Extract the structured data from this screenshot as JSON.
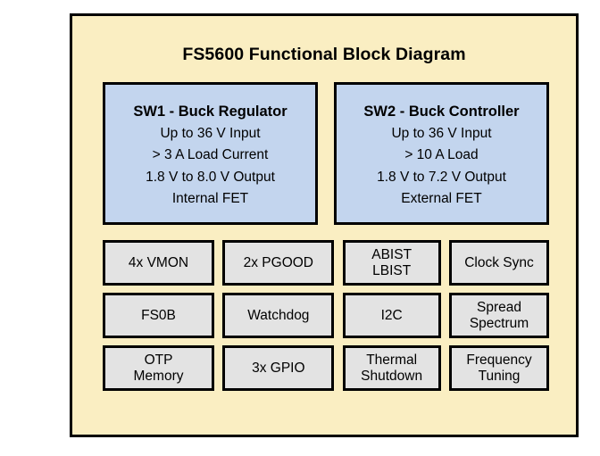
{
  "diagram": {
    "title": "FS5600 Functional Block Diagram",
    "colors": {
      "panel_background": "#faeec2",
      "panel_border": "#000000",
      "switcher_block_fill": "#c3d5ee",
      "feature_block_fill": "#e3e3e3",
      "text": "#000000"
    },
    "switchers": [
      {
        "title": "SW1 - Buck Regulator",
        "specs": [
          "Up to 36 V Input",
          "> 3 A Load Current",
          "1.8 V to 8.0 V Output",
          "Internal FET"
        ]
      },
      {
        "title": "SW2 - Buck Controller",
        "specs": [
          "Up to 36 V Input",
          "> 10 A Load",
          "1.8 V to 7.2 V Output",
          "External FET"
        ]
      }
    ],
    "features": [
      {
        "lines": [
          "4x VMON"
        ]
      },
      {
        "lines": [
          "2x PGOOD"
        ]
      },
      {
        "lines": [
          "ABIST",
          "LBIST"
        ]
      },
      {
        "lines": [
          "Clock Sync"
        ]
      },
      {
        "lines": [
          "FS0B"
        ]
      },
      {
        "lines": [
          "Watchdog"
        ]
      },
      {
        "lines": [
          "I2C"
        ]
      },
      {
        "lines": [
          "Spread",
          "Spectrum"
        ]
      },
      {
        "lines": [
          "OTP",
          "Memory"
        ]
      },
      {
        "lines": [
          "3x GPIO"
        ]
      },
      {
        "lines": [
          "Thermal",
          "Shutdown"
        ]
      },
      {
        "lines": [
          "Frequency",
          "Tuning"
        ]
      }
    ]
  }
}
